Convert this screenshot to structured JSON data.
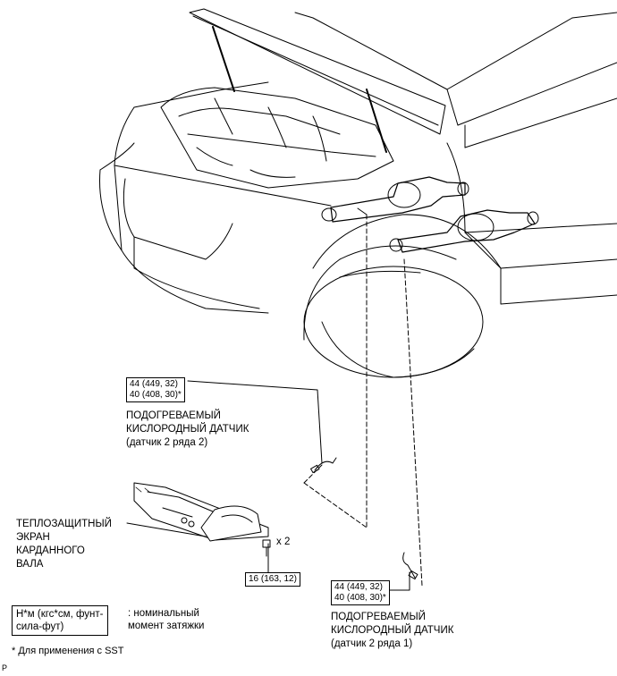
{
  "callouts": {
    "sensor2": {
      "torque": [
        "44 (449, 32)",
        "40 (408, 30)*"
      ],
      "name": [
        "ПОДОГРЕВАЕМЫЙ",
        "КИСЛОРОДНЫЙ ДАТЧИК",
        "(датчик 2 ряда 2)"
      ]
    },
    "sensor1": {
      "torque": [
        "44 (449, 32)",
        "40 (408, 30)*"
      ],
      "name": [
        "ПОДОГРЕВАЕМЫЙ",
        "КИСЛОРОДНЫЙ ДАТЧИК",
        "(датчик 2 ряда 1)"
      ]
    },
    "heat_shield": {
      "name": [
        "ТЕПЛОЗАЩИТНЫЙ",
        "ЭКРАН",
        "КАРДАННОГО",
        "ВАЛА"
      ],
      "bolt_count": "x 2",
      "torque": "16 (163, 12)"
    }
  },
  "legend": {
    "unit": [
      "Н*м (кгс*см, фунт-",
      "сила-фут)"
    ],
    "description": [
      ": номинальный",
      "момент затяжки"
    ]
  },
  "footnote": "* Для применения с SST",
  "corner_mark": "P"
}
